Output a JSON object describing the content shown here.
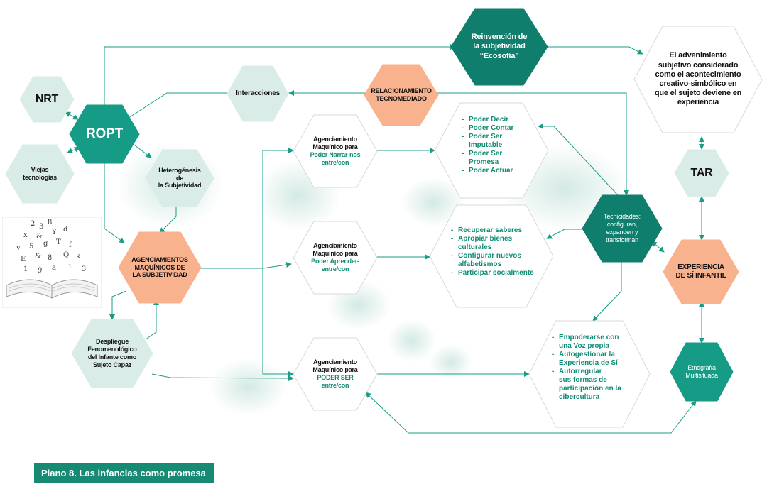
{
  "caption": "Plano 8. Las infancias como promesa",
  "colors": {
    "teal": "#169b86",
    "teal_dark": "#0f7e6d",
    "teal_light": "#d9ece8",
    "orange": "#f8b28e",
    "white": "#ffffff",
    "arrow": "#1a9c86"
  },
  "nodes": {
    "reinvencion": "Reinvención de\nla subjetividad\n“Ecosofía”",
    "advenimiento": "El advenimiento\nsubjetivo considerado\ncomo el acontecimiento\ncreativo-simbólico en\nque el sujeto deviene en\nexperiencia",
    "nrt": "NRT",
    "interacciones": "Interacciones",
    "relacionamiento": "RELACIONAMIENTO\nTECNOMEDIADO",
    "ropt": "ROPT",
    "viejas": "Viejas\ntecnologías",
    "heterogenesis": "Heterogénesis de\nla Subjetividad",
    "agenciamientos_maquinicos": "AGENCIAMIENTOS\nMAQUÍNICOS DE\nLA SUBJETIVIDAD",
    "despliegue": "Despliegue\nFenomenológico\ndel Infante como\nSujeto Capaz",
    "tar": "TAR",
    "tecnicidades": "Tecnicidades:\nconfiguran,\nexpanden y\ntransforman",
    "experiencia": "EXPERIENCIA\nDE SÍ INFANTIL",
    "etnografia": "Etnografía\nMultisituada"
  },
  "agenciamientos": [
    {
      "prefix": "Agenciamiento\nMaquínico para",
      "highlight": "Poder Narrar-nos\nentre/con"
    },
    {
      "prefix": "Agenciamiento\nMaquínico para",
      "highlight": "Poder Aprender-\nentre/con"
    },
    {
      "prefix": "Agenciamiento\nMaquínico para",
      "highlight": "PODER SER\nentre/con"
    }
  ],
  "poder_list": [
    "Poder Decir",
    "Poder Contar",
    "Poder Ser\nImputable",
    "Poder Ser\nPromesa",
    "Poder Actuar"
  ],
  "aprender_list": [
    "Recuperar saberes",
    "Apropiar bienes\nculturales",
    "Configurar nuevos\nalfabetismos",
    "Participar socialmente"
  ],
  "ser_list": [
    "Empoderarse con\nuna Voz propia",
    "Autogestionar la\nExperiencia de Sí",
    "Autorregular\nsus formas de\nparticipación en la\ncibercultura"
  ]
}
